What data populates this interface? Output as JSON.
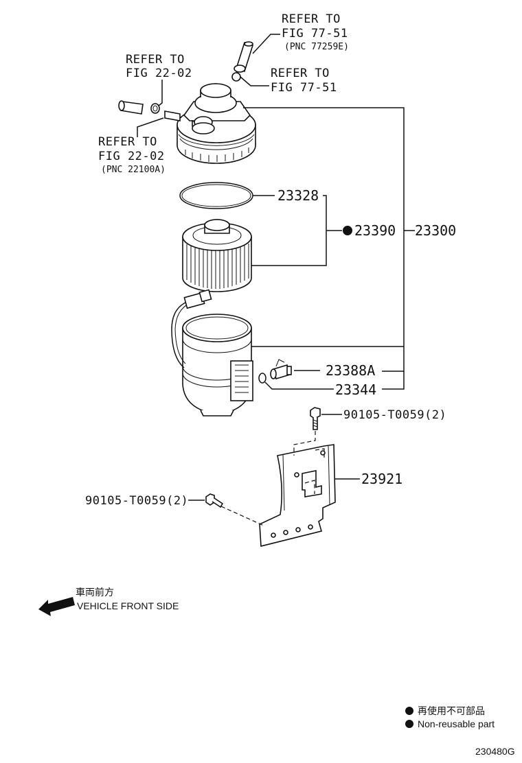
{
  "refs": {
    "top_right": {
      "line1": "REFER TO",
      "line2": "FIG 77-51",
      "line3": "(PNC 77259E)"
    },
    "mid_right": {
      "line1": "REFER TO",
      "line2": "FIG 77-51"
    },
    "top_left": {
      "line1": "REFER TO",
      "line2": "FIG 22-02"
    },
    "bottom_left": {
      "line1": "REFER TO",
      "line2": "FIG 22-02",
      "line3": "(PNC 22100A)"
    }
  },
  "parts": {
    "p23328": "23328",
    "p23390": "23390",
    "p23300": "23300",
    "p23388A": "23388A",
    "p23344": "23344",
    "bolt_right": "90105-T0059(2)",
    "p23921": "23921",
    "bolt_left": "90105-T0059(2)"
  },
  "orientation": {
    "jp": "車両前方",
    "en": "VEHICLE FRONT SIDE"
  },
  "legend": {
    "jp": "再使用不可部品",
    "en": "Non-reusable part"
  },
  "figure_id": "230480G"
}
